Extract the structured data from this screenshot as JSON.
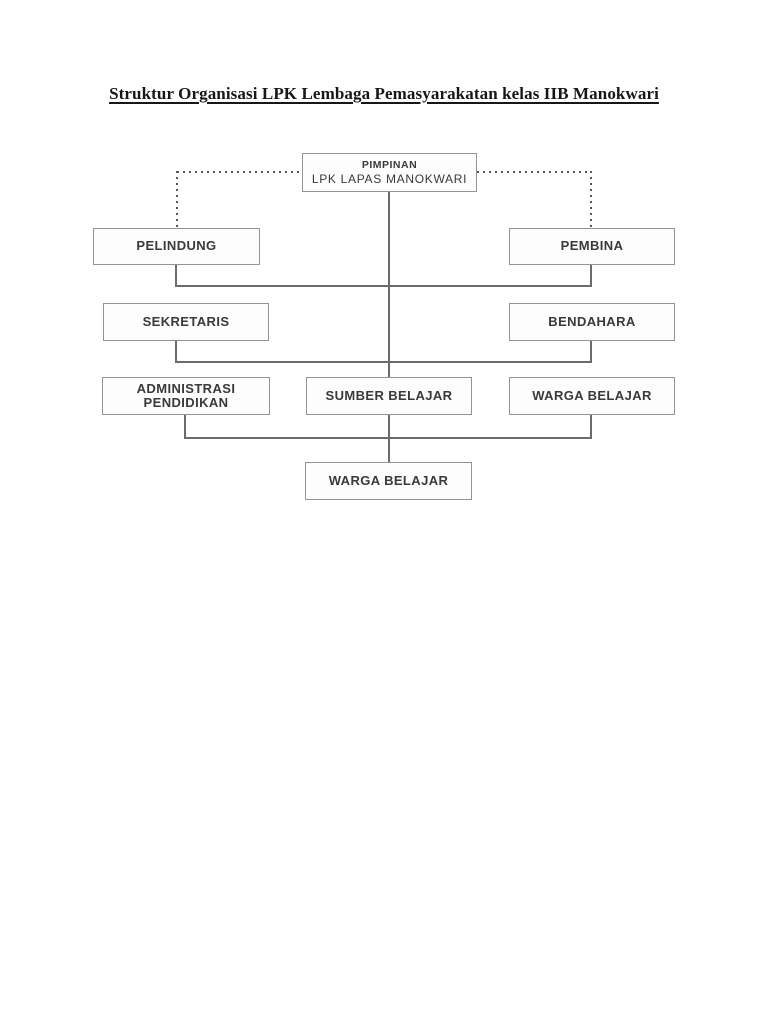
{
  "page": {
    "title": "Struktur Organisasi LPK Lembaga Pemasyarakatan kelas IIB Manokwari"
  },
  "nodes": {
    "pimpinan_line1": "PIMPINAN",
    "pimpinan_line2": "LPK LAPAS MANOKWARI",
    "pelindung": "PELINDUNG",
    "pembina": "PEMBINA",
    "sekretaris": "SEKRETARIS",
    "bendahara": "BENDAHARA",
    "administrasi_pendidikan": "ADMINISTRASI PENDIDIKAN",
    "sumber_belajar": "SUMBER BELAJAR",
    "warga_belajar": "WARGA BELAJAR",
    "warga_belajar_bottom": "WARGA BELAJAR"
  },
  "edges": [
    {
      "from": "pimpinan",
      "to": "pelindung",
      "style": "dotted"
    },
    {
      "from": "pimpinan",
      "to": "pembina",
      "style": "dotted"
    },
    {
      "from": "pelindung",
      "to": "pembina",
      "style": "solid-tie"
    },
    {
      "from": "sekretaris",
      "to": "bendahara",
      "style": "solid-tie"
    },
    {
      "from": "administrasi_pendidikan",
      "to": "warga_belajar",
      "style": "solid-tie"
    },
    {
      "from": "pimpinan",
      "to": "sumber_belajar",
      "style": "solid-trunk"
    },
    {
      "from": "sumber_belajar",
      "to": "warga_belajar_bottom",
      "style": "solid-trunk"
    }
  ],
  "colors": {
    "box_border": "#949494",
    "box_fill": "#fdfdfd",
    "text": "#3a3a3a",
    "connector": "#6b6b6b",
    "dotted": "#5a5a5a",
    "title_text": "#171717",
    "page_bg": "#ffffff"
  }
}
